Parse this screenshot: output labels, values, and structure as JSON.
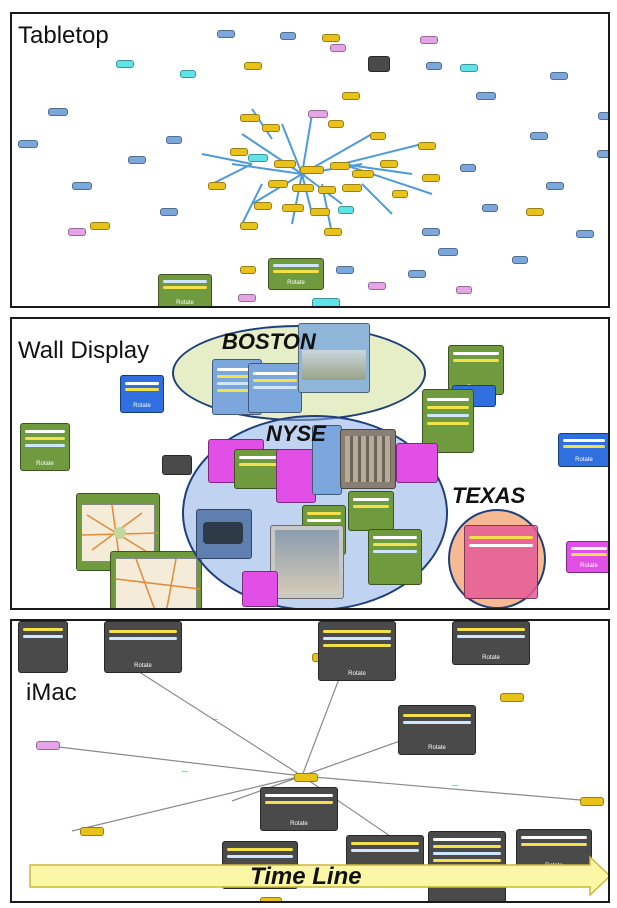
{
  "panels": {
    "tabletop": {
      "title": "Tabletop"
    },
    "wall": {
      "title": "Wall Display",
      "regions": {
        "boston": "BOSTON",
        "nyse": "NYSE",
        "texas": "TEXAS"
      }
    },
    "imac": {
      "title": "iMac",
      "timeline_label": "Time Line"
    }
  },
  "card_button_label": "Rotate",
  "colors": {
    "yellow": "#e8c21a",
    "cyan": "#5fe3e8",
    "blue": "#7ba7dc",
    "pink": "#e6a3e6",
    "green": "#6f9a3e",
    "dark": "#4a4a4a",
    "wall_blue": "#2f6fe0",
    "magenta": "#e14fe6"
  }
}
